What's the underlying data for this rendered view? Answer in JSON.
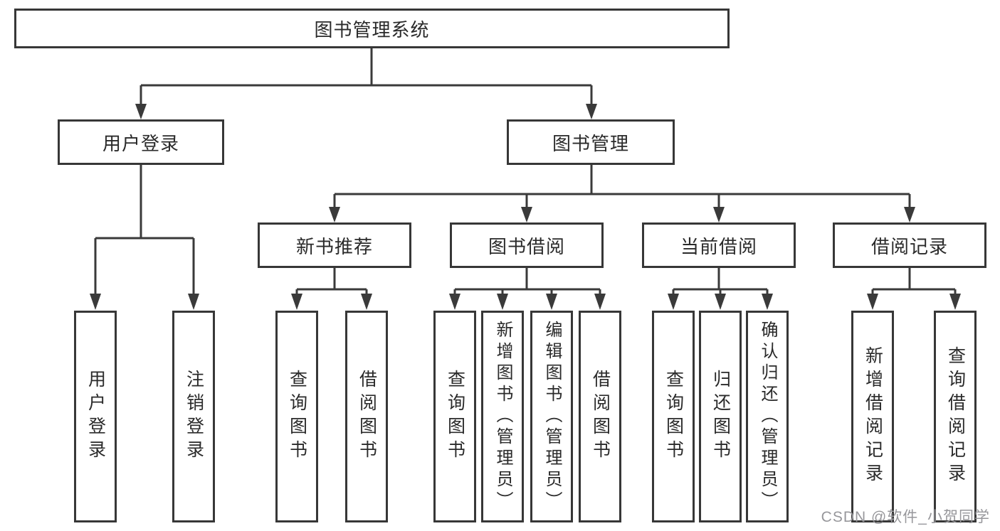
{
  "diagram": {
    "title": "图书管理系统",
    "level2": {
      "user_login": "用户登录",
      "book_management": "图书管理"
    },
    "level3": {
      "new_book_recommend": "新书推荐",
      "book_borrow": "图书借阅",
      "current_borrow": "当前借阅",
      "borrow_records": "借阅记录"
    },
    "leaves": {
      "user_login": [
        "用户登录",
        "注销登录"
      ],
      "new_book_recommend": [
        "查询图书",
        "借阅图书"
      ],
      "book_borrow": [
        "查询图书",
        "新增图书（管理员）",
        "编辑图书（管理员）",
        "借阅图书"
      ],
      "current_borrow": [
        "查询图书",
        "归还图书",
        "确认归还（管理员）"
      ],
      "borrow_records": [
        "新增借阅记录",
        "查询借阅记录"
      ]
    }
  },
  "watermark": "CSDN @软件_小贺同学",
  "colors": {
    "line": "#3a3a3a",
    "box_border": "#373737",
    "text": "#2a2a2a",
    "background": "#ffffff",
    "watermark": "#97979b"
  }
}
